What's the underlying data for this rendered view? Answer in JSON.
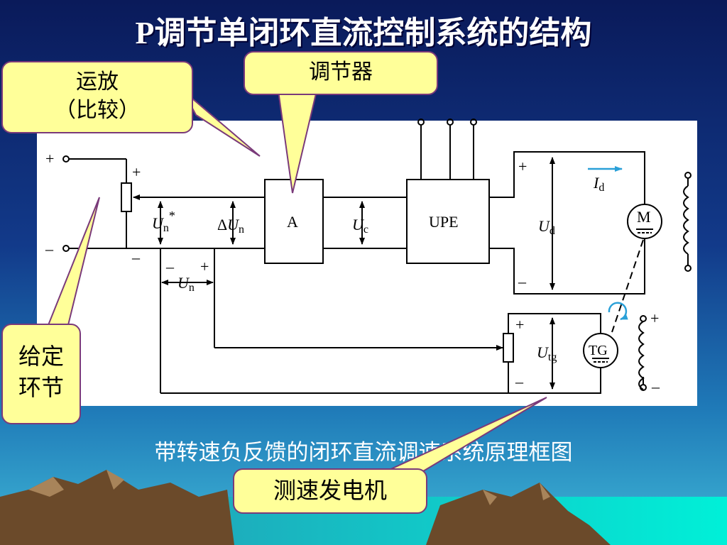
{
  "slide": {
    "title_latin": "P",
    "title_cjk": "调节单闭环直流控制系统的结构",
    "caption": "带转速负反馈的闭环直流调速系统原理框图"
  },
  "callouts": {
    "opamp_line1": "运放",
    "opamp_line2": "（比较）",
    "regulator": "调节器",
    "setpoint_line1": "给定",
    "setpoint_line2": "环节",
    "tacho": "测速发电机"
  },
  "diagram": {
    "block_a": "A",
    "block_upe": "UPE",
    "motor": "M",
    "tacho": "TG",
    "plus": "+",
    "minus": "–",
    "un_star": "U",
    "un_star_sub": "n",
    "un_star_sup": "*",
    "delta": "Δ",
    "dun": "U",
    "dun_sub": "n",
    "uc": "U",
    "uc_sub": "c",
    "ud": "U",
    "ud_sub": "d",
    "id": "I",
    "id_sub": "d",
    "un": "U",
    "un_sub": "n",
    "utg": "U",
    "utg_sub": "tg"
  },
  "colors": {
    "callout_fill": "#ffff99",
    "callout_border": "#7a3a7a",
    "accent_arrow": "#2aa0d8"
  }
}
